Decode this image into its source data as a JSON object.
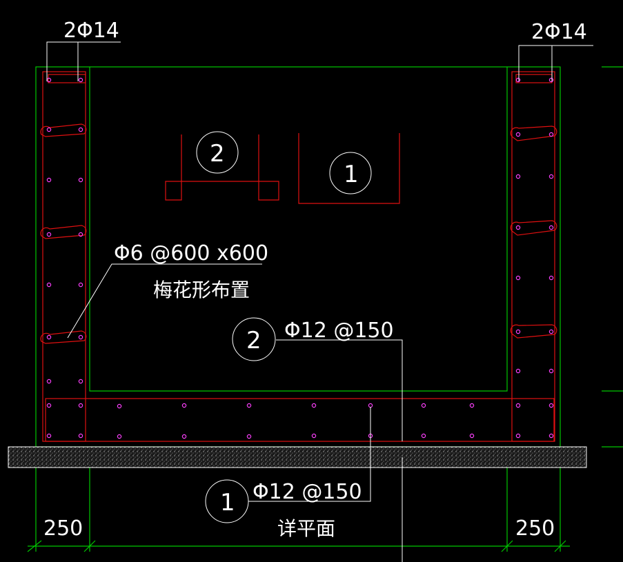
{
  "drawing": {
    "top_left_rebar": "2Φ14",
    "top_right_rebar": "2Φ14",
    "tie_spec": "Φ6 @600 x600",
    "tie_layout_note": "梅花形布置",
    "callout_2_label": "Φ12 @150",
    "callout_1_label": "Φ12 @150",
    "title": "详平面",
    "dim_left": "250",
    "dim_right": "250",
    "marker_1": "1",
    "marker_2": "2"
  },
  "colors": {
    "background": "#000000",
    "outline_green": "#00c800",
    "rebar_red": "#e01010",
    "bar_dots": "#ff40ff",
    "leader_white": "#ffffff",
    "foundation_hatch": "#9a9a9a"
  }
}
